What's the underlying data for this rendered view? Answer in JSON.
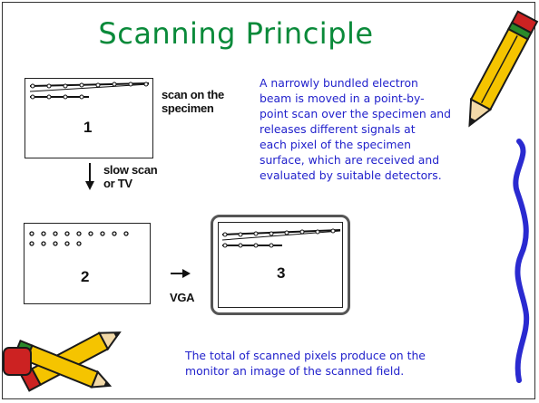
{
  "slide": {
    "title": "Scanning Principle",
    "panel_1_number": "1",
    "panel_2_number": "2",
    "panel_3_number": "3",
    "label_scan_specimen_line1": "scan on the",
    "label_scan_specimen_line2": "specimen",
    "label_slow_scan_line1": "slow scan",
    "label_slow_scan_line2": "or TV",
    "label_vga": "VGA",
    "description_lines": [
      "A narrowly bundled electron",
      "beam is moved in a point-by-",
      "point scan over the specimen and",
      "releases different signals at",
      "each pixel of the specimen",
      "surface, which are received and",
      "evaluated by suitable detectors."
    ],
    "caption_lines": [
      "The total of scanned pixels produce on the",
      "monitor an image of the scanned field."
    ]
  },
  "colors": {
    "title": "#0a8a3a",
    "body_text": "#2222cc",
    "pencil_body": "#f5c400",
    "pencil_outline": "#1a1a1a",
    "pencil_eraser": "#cc2222",
    "pencil_accent": "#2a8a2a",
    "swirl": "#2a2ad0"
  },
  "icons": [
    "pencil-icon",
    "pencils-icon",
    "swirl-decoration",
    "down-arrow-icon",
    "right-arrow-icon"
  ]
}
